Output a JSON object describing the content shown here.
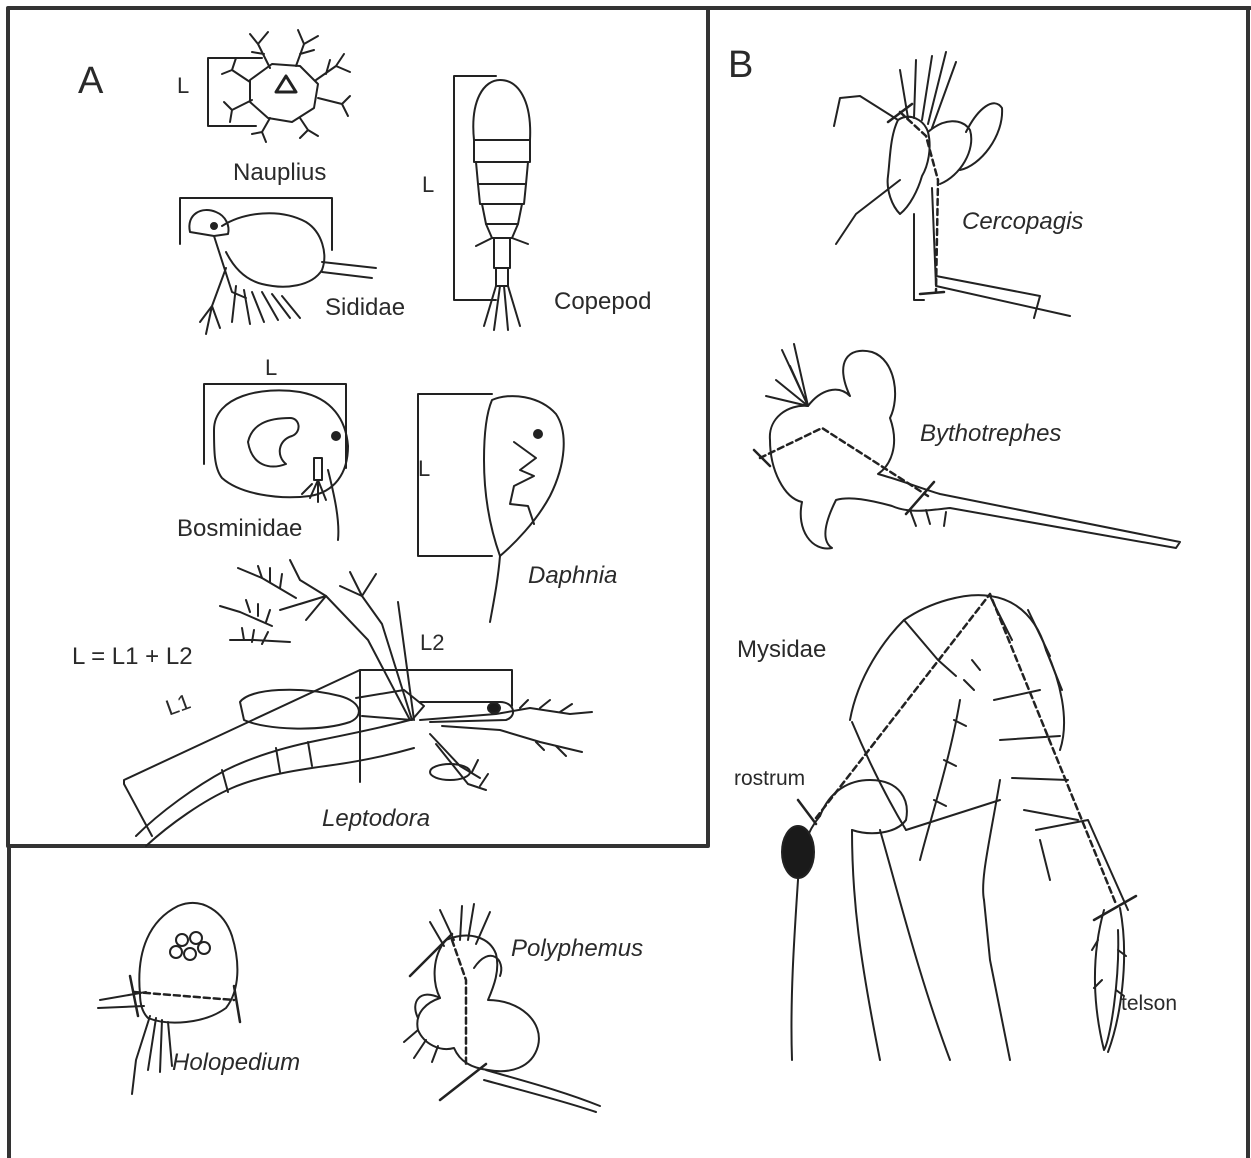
{
  "panels": {
    "a": {
      "letter": "A"
    },
    "b": {
      "letter": "B"
    }
  },
  "labels": {
    "nauplius": "Nauplius",
    "sididae": "Sididae",
    "copepod": "Copepod",
    "bosminidae": "Bosminidae",
    "daphnia": "Daphnia",
    "leptodora": "Leptodora",
    "holopedium": "Holopedium",
    "polyphemus": "Polyphemus",
    "cercopagis": "Cercopagis",
    "bythotrephes": "Bythotrephes",
    "mysidae": "Mysidae",
    "rostrum": "rostrum",
    "telson": "telson"
  },
  "measure": {
    "l": "L",
    "l1": "L1",
    "l2": "L2",
    "formula": "L = L1 + L2"
  },
  "colors": {
    "line": "#222222",
    "frame": "#333333",
    "fill_dark": "#1a1a1a"
  }
}
